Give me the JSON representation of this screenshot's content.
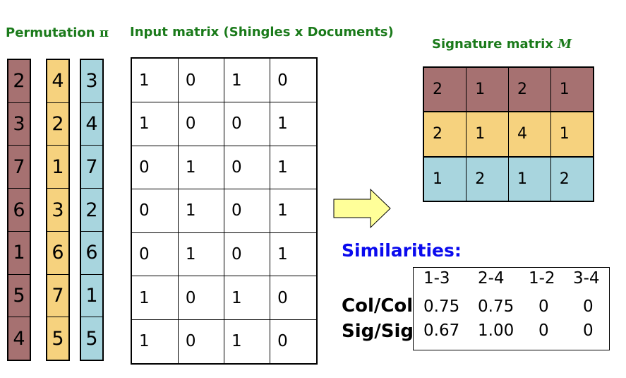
{
  "headings": {
    "permutation": "Permutation",
    "permutation_symbol": "π",
    "input_matrix": "Input matrix (Shingles x Documents)",
    "signature": "Signature matrix",
    "signature_symbol": "M"
  },
  "colors": {
    "heading_green": "#1a7a1a",
    "rose": "#a67171",
    "yellow": "#f6d27e",
    "blue": "#a8d5de",
    "arrow_fill": "#ffff99",
    "similarities_blue": "#0a0aee"
  },
  "permutations": [
    {
      "color": "rose",
      "values": [
        "2",
        "3",
        "7",
        "6",
        "1",
        "5",
        "4"
      ]
    },
    {
      "color": "yellow",
      "values": [
        "4",
        "2",
        "1",
        "3",
        "6",
        "7",
        "5"
      ]
    },
    {
      "color": "blue",
      "values": [
        "3",
        "4",
        "7",
        "2",
        "6",
        "1",
        "5"
      ]
    }
  ],
  "input_matrix": [
    [
      "1",
      "0",
      "1",
      "0"
    ],
    [
      "1",
      "0",
      "0",
      "1"
    ],
    [
      "0",
      "1",
      "0",
      "1"
    ],
    [
      "0",
      "1",
      "0",
      "1"
    ],
    [
      "0",
      "1",
      "0",
      "1"
    ],
    [
      "1",
      "0",
      "1",
      "0"
    ],
    [
      "1",
      "0",
      "1",
      "0"
    ]
  ],
  "signature_matrix": [
    {
      "color": "rose",
      "values": [
        "2",
        "1",
        "2",
        "1"
      ]
    },
    {
      "color": "yellow",
      "values": [
        "2",
        "1",
        "4",
        "1"
      ]
    },
    {
      "color": "blue",
      "values": [
        "1",
        "2",
        "1",
        "2"
      ]
    }
  ],
  "similarities": {
    "title": "Similarities:",
    "headers": [
      "1-3",
      "2-4",
      "1-2",
      "3-4"
    ],
    "rows": [
      {
        "label": "Col/Col",
        "values": [
          "0.75",
          "0.75",
          "0",
          "0"
        ]
      },
      {
        "label": "Sig/Sig",
        "values": [
          "0.67",
          "1.00",
          "0",
          "0"
        ]
      }
    ]
  }
}
